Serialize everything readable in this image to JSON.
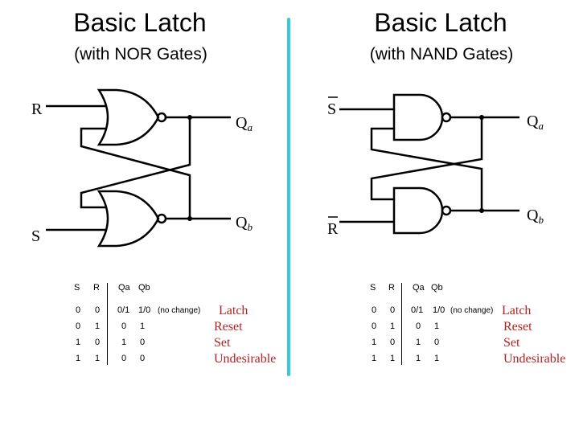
{
  "left": {
    "title": "Basic Latch",
    "subtitle": "(with NOR Gates)",
    "labels": {
      "r": "R",
      "s": "S",
      "qa": "Q",
      "qa_sub": "a",
      "qb": "Q",
      "qb_sub": "b"
    },
    "table": {
      "headers": [
        "S",
        "R",
        "Qa",
        "Qb"
      ],
      "rows": [
        [
          "0",
          "0",
          "0/1",
          "1/0"
        ],
        [
          "0",
          "1",
          "0",
          "1"
        ],
        [
          "1",
          "0",
          "1",
          "0"
        ],
        [
          "1",
          "1",
          "0",
          "0"
        ]
      ],
      "note": "(no change)",
      "status": [
        "Latch",
        "Reset",
        "Set",
        "Undesirable"
      ]
    }
  },
  "right": {
    "title": "Basic Latch",
    "subtitle": "(with NAND Gates)",
    "labels": {
      "s": "S",
      "r": "R",
      "qa": "Q",
      "qa_sub": "a",
      "qb": "Q",
      "qb_sub": "b"
    },
    "table": {
      "headers": [
        "S",
        "R",
        "Qa",
        "Qb"
      ],
      "rows": [
        [
          "0",
          "0",
          "0/1",
          "1/0"
        ],
        [
          "0",
          "1",
          "0",
          "1"
        ],
        [
          "1",
          "0",
          "1",
          "0"
        ],
        [
          "1",
          "1",
          "1",
          "1"
        ]
      ],
      "note": "(no change)",
      "status": [
        "Latch",
        "Reset",
        "Set",
        "Undesirable"
      ]
    }
  },
  "colors": {
    "divider": "#33ccdd",
    "status": "#b22222"
  }
}
